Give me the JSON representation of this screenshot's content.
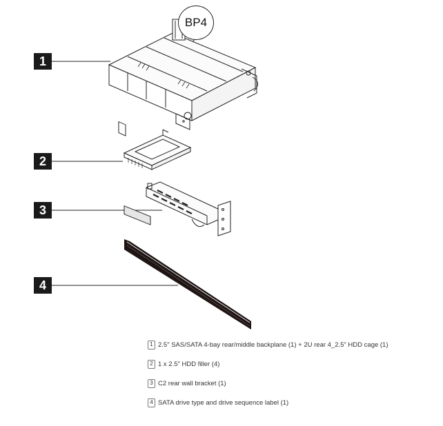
{
  "diagram": {
    "badge": "BP4",
    "callouts": [
      {
        "number": "1"
      },
      {
        "number": "2"
      },
      {
        "number": "3"
      },
      {
        "number": "4"
      }
    ],
    "legend": [
      {
        "number": "1",
        "text": "2.5\" SAS/SATA 4-bay rear/middle backplane (1) + 2U rear 4_2.5\" HDD cage (1)"
      },
      {
        "number": "2",
        "text": "1 x 2.5\" HDD filler (4)"
      },
      {
        "number": "3",
        "text": "C2 rear wall bracket (1)"
      },
      {
        "number": "4",
        "text": "SATA drive type and drive sequence label (1)"
      }
    ]
  }
}
